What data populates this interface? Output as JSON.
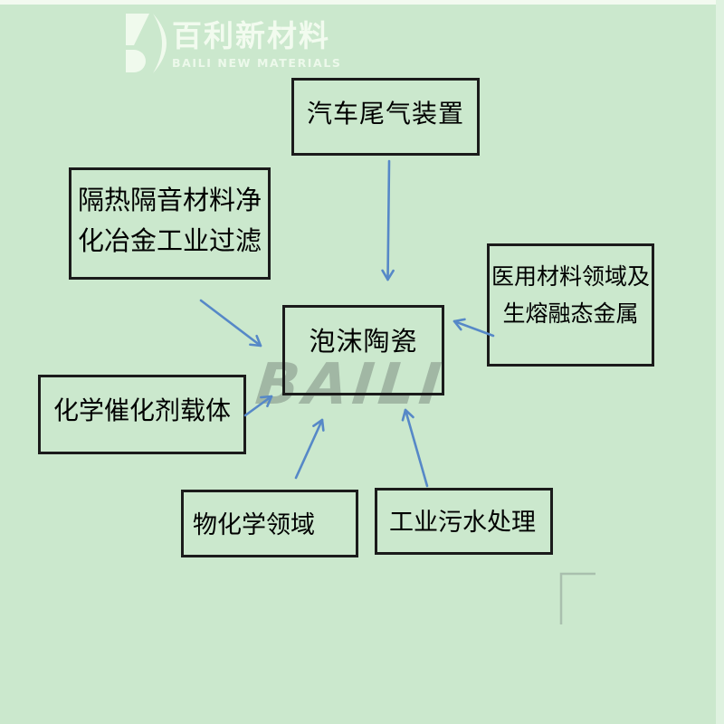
{
  "page": {
    "background_color": "#cbe8cd",
    "top_strip_color": "#f3faf0",
    "right_strip_color": "#dff2e0"
  },
  "logo": {
    "title": "百利新材料",
    "subtitle": "BAILI NEW MATERIALS",
    "icon": "baili-b-monogram",
    "color": "#f2fbef"
  },
  "watermark": {
    "text": "BAILI",
    "color": "#78867c"
  },
  "diagram": {
    "border_color": "#1b1b1b",
    "arrow_color": "#5688c7",
    "corner_mark_color": "#a9bfae",
    "center": {
      "id": "foam-ceramics",
      "label": "泡沫陶瓷"
    },
    "nodes": [
      {
        "id": "auto-exhaust",
        "lines": [
          "汽车尾气装置"
        ]
      },
      {
        "id": "insulation-filtering",
        "lines": [
          "隔热隔音材料净",
          "化冶金工业过滤"
        ]
      },
      {
        "id": "medical-metal",
        "lines": [
          "医用材料领域及",
          "生熔融态金属"
        ]
      },
      {
        "id": "chemical-catalyst",
        "lines": [
          "化学催化剂载体"
        ]
      },
      {
        "id": "biochemistry",
        "lines": [
          "物化学领域"
        ]
      },
      {
        "id": "industrial-sewage",
        "lines": [
          "工业污水处理"
        ]
      }
    ],
    "relations": [
      {
        "from": "auto-exhaust",
        "to": "foam-ceramics"
      },
      {
        "from": "insulation-filtering",
        "to": "foam-ceramics"
      },
      {
        "from": "medical-metal",
        "to": "foam-ceramics"
      },
      {
        "from": "chemical-catalyst",
        "to": "foam-ceramics"
      },
      {
        "from": "biochemistry",
        "to": "foam-ceramics"
      },
      {
        "from": "industrial-sewage",
        "to": "foam-ceramics"
      }
    ]
  }
}
